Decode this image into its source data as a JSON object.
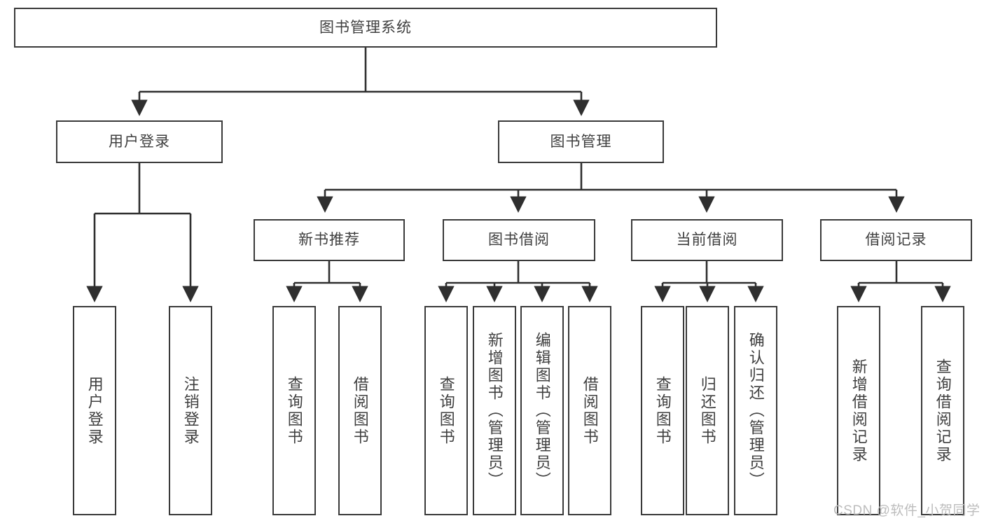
{
  "diagram": {
    "title_node": {
      "id": "root",
      "label": "图书管理系统"
    },
    "level2": [
      {
        "id": "user-login",
        "label": "用户登录"
      },
      {
        "id": "book-manage",
        "label": "图书管理"
      }
    ],
    "level3": [
      {
        "id": "new-book-recommend",
        "label": "新书推荐"
      },
      {
        "id": "book-borrow",
        "label": "图书借阅"
      },
      {
        "id": "current-borrow",
        "label": "当前借阅"
      },
      {
        "id": "borrow-record",
        "label": "借阅记录"
      }
    ],
    "leaves": [
      {
        "id": "leaf-user-login",
        "label": "用户登录",
        "parent": "user-login"
      },
      {
        "id": "leaf-user-logout",
        "label": "注销登录",
        "parent": "user-login"
      },
      {
        "id": "leaf-query-book-1",
        "label": "查询图书",
        "parent": "new-book-recommend"
      },
      {
        "id": "leaf-borrow-book-1",
        "label": "借阅图书",
        "parent": "new-book-recommend"
      },
      {
        "id": "leaf-query-book-2",
        "label": "查询图书",
        "parent": "book-borrow"
      },
      {
        "id": "leaf-add-book",
        "label": "新增图书（管理员）",
        "parent": "book-borrow"
      },
      {
        "id": "leaf-edit-book",
        "label": "编辑图书（管理员）",
        "parent": "book-borrow"
      },
      {
        "id": "leaf-borrow-book-2",
        "label": "借阅图书",
        "parent": "book-borrow"
      },
      {
        "id": "leaf-query-book-3",
        "label": "查询图书",
        "parent": "current-borrow"
      },
      {
        "id": "leaf-return-book",
        "label": "归还图书",
        "parent": "current-borrow"
      },
      {
        "id": "leaf-confirm-return",
        "label": "确认归还（管理员）",
        "parent": "current-borrow"
      },
      {
        "id": "leaf-add-record",
        "label": "新增借阅记录",
        "parent": "borrow-record"
      },
      {
        "id": "leaf-query-record",
        "label": "查询借阅记录",
        "parent": "borrow-record"
      }
    ],
    "colors": {
      "box_border": "#3a3a3a",
      "box_fill": "#ffffff",
      "text": "#3f3f3f",
      "edge": "#2f2f2f",
      "watermark": "#bdbdbd",
      "background": "#ffffff"
    }
  },
  "watermark": {
    "text": "CSDN @软件_小贺同学"
  }
}
